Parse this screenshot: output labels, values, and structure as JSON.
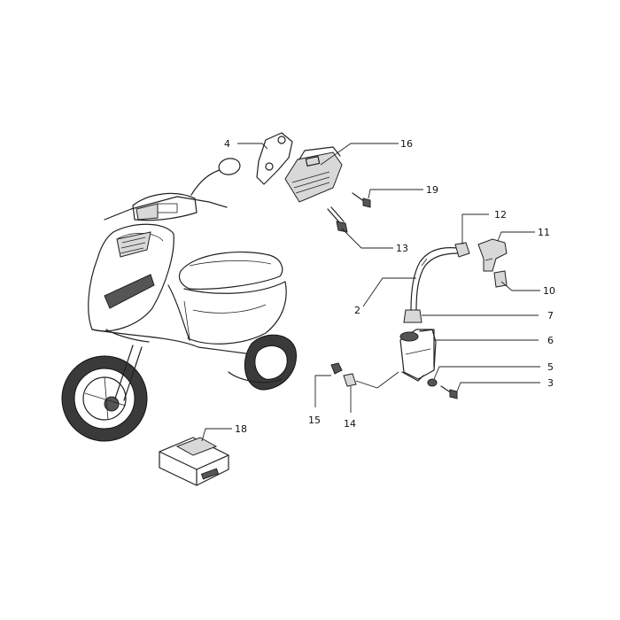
{
  "callouts": {
    "c2": "2",
    "c3": "3",
    "c4": "4",
    "c5": "5",
    "c6": "6",
    "c7": "7",
    "c10": "10",
    "c11": "11",
    "c12": "12",
    "c13": "13",
    "c14": "14",
    "c15": "15",
    "c16": "16",
    "c18": "18",
    "c19": "19"
  }
}
